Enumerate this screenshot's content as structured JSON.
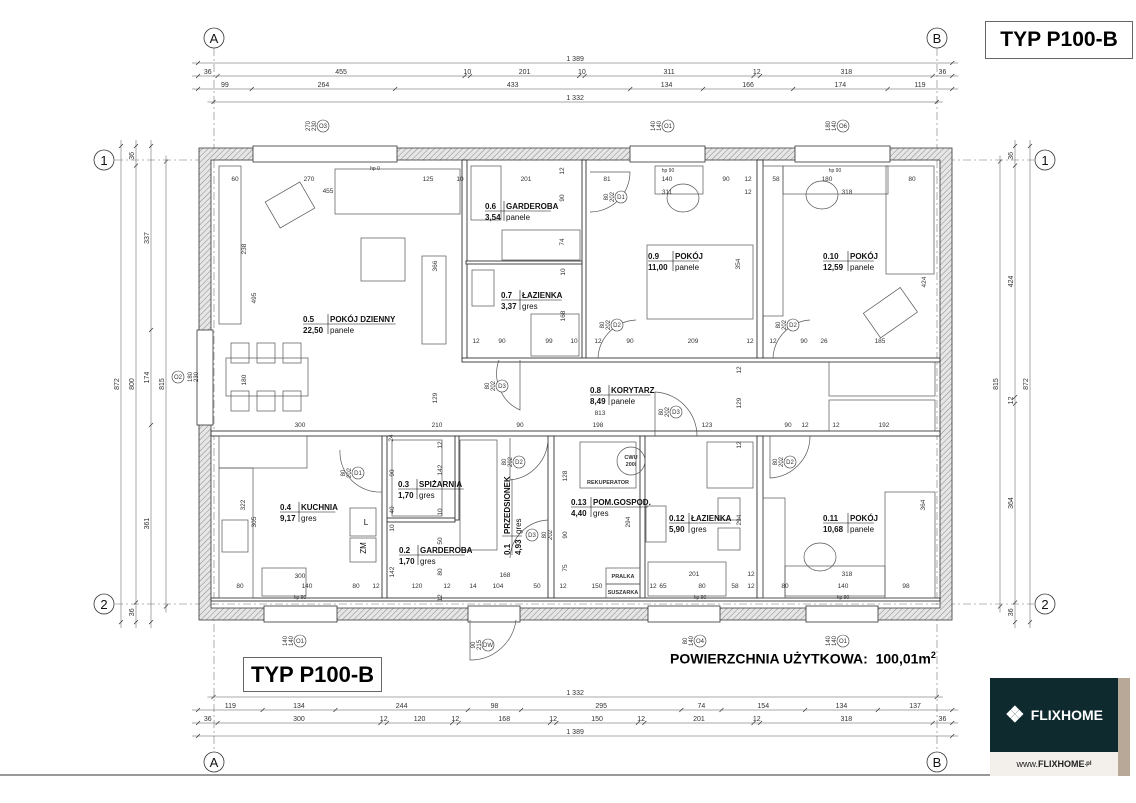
{
  "title": "TYP P100-B",
  "usable_area": {
    "label": "POWIERZCHNIA UŻYTKOWA:",
    "value": "100,01m",
    "unit_sup": "2"
  },
  "logo": {
    "brand": "FLIXHOME",
    "url_prefix": "www.",
    "url_brand": "FLIXHOME",
    "url_suffix": ".pl"
  },
  "axes": {
    "A": "A",
    "B": "B",
    "1": "1",
    "2": "2"
  },
  "colors": {
    "wall_hatch": "#9a9a9a",
    "logo_dark": "#0e2a2e",
    "logo_accent": "#b8a898"
  },
  "dimension_chains": {
    "top_total": [
      "1 389"
    ],
    "top_row1": [
      "36",
      "455",
      "10",
      "201",
      "10",
      "311",
      "12",
      "318",
      "36"
    ],
    "top_row2": [
      "99",
      "264",
      "433",
      "134",
      "166",
      "174",
      "119"
    ],
    "top_axes": [
      "1 332"
    ],
    "bottom_axes": [
      "1 332"
    ],
    "bottom_row1": [
      "119",
      "134",
      "244",
      "98",
      "295",
      "74",
      "154",
      "134",
      "137"
    ],
    "bottom_row2": [
      "36",
      "300",
      "12",
      "120",
      "12",
      "168",
      "12",
      "150",
      "12",
      "201",
      "12",
      "318",
      "36"
    ],
    "bottom_total": [
      "1 389"
    ],
    "left_total": [
      "872"
    ],
    "left_row1": [
      "36",
      "800",
      "36"
    ],
    "left_row2": [
      "337",
      "174",
      "361"
    ],
    "left_axes": [
      "815"
    ],
    "right_axes": [
      "815"
    ],
    "right_row1": [
      "36",
      "424",
      "12",
      "364",
      "36"
    ],
    "right_total": [
      "872"
    ]
  },
  "rooms": [
    {
      "num": "0.5",
      "name": "POKÓJ DZIENNY",
      "area": "22,50",
      "floor": "panele"
    },
    {
      "num": "0.6",
      "name": "GARDEROBA",
      "area": "3,54",
      "floor": "panele"
    },
    {
      "num": "0.7",
      "name": "ŁAZIENKA",
      "area": "3,37",
      "floor": "gres"
    },
    {
      "num": "0.9",
      "name": "POKÓJ",
      "area": "11,00",
      "floor": "panele"
    },
    {
      "num": "0.10",
      "name": "POKÓJ",
      "area": "12,59",
      "floor": "panele"
    },
    {
      "num": "0.8",
      "name": "KORYTARZ",
      "area": "8,49",
      "floor": "panele"
    },
    {
      "num": "0.4",
      "name": "KUCHNIA",
      "area": "9,17",
      "floor": "gres"
    },
    {
      "num": "0.3",
      "name": "SPIŻARNIA",
      "area": "1,70",
      "floor": "gres"
    },
    {
      "num": "0.2",
      "name": "GARDEROBA",
      "area": "1,70",
      "floor": "gres"
    },
    {
      "num": "0.1",
      "name": "PRZEDSIONEK",
      "area": "4,93",
      "floor": "gres"
    },
    {
      "num": "0.13",
      "name": "POM.GOSPOD.",
      "area": "4,40",
      "floor": "gres"
    },
    {
      "num": "0.12",
      "name": "ŁAZIENKA",
      "area": "5,90",
      "floor": "gres"
    },
    {
      "num": "0.11",
      "name": "POKÓJ",
      "area": "10,68",
      "floor": "panele"
    }
  ],
  "dims": [
    "60",
    "270",
    "125",
    "10",
    "455",
    "238",
    "495",
    "366",
    "180",
    "129",
    "300",
    "210",
    "90",
    "198",
    "123",
    "90",
    "12",
    "12",
    "192",
    "813",
    "201",
    "12",
    "90",
    "74",
    "10",
    "168",
    "12",
    "90",
    "99",
    "10",
    "12",
    "81",
    "140",
    "90",
    "12",
    "12",
    "311",
    "354",
    "90",
    "209",
    "12",
    "58",
    "180",
    "318",
    "80",
    "424",
    "12",
    "90",
    "26",
    "185",
    "12",
    "129",
    "322",
    "305",
    "300",
    "80",
    "140",
    "80",
    "12",
    "24",
    "12",
    "90",
    "142",
    "40",
    "10",
    "10",
    "50",
    "142",
    "80",
    "120",
    "12",
    "14",
    "104",
    "50",
    "168",
    "12",
    "12",
    "128",
    "294",
    "90",
    "75",
    "150",
    "12",
    "294",
    "201",
    "12",
    "65",
    "80",
    "58",
    "12",
    "12",
    "364",
    "318",
    "80",
    "140",
    "98",
    "hp 90",
    "hp 90",
    "hp 0",
    "hp 90",
    "hp 90",
    "hp 90"
  ],
  "doors": [
    {
      "tag": "D3",
      "w": "80",
      "h": "202"
    },
    {
      "tag": "D2",
      "w": "80",
      "h": "202"
    },
    {
      "tag": "D2",
      "w": "80",
      "h": "202"
    },
    {
      "tag": "D1",
      "w": "80",
      "h": "202"
    },
    {
      "tag": "D3",
      "w": "80",
      "h": "202"
    },
    {
      "tag": "D2",
      "w": "80",
      "h": "202"
    },
    {
      "tag": "D3",
      "w": "80",
      "h": "202"
    },
    {
      "tag": "D2",
      "w": "80",
      "h": "202"
    },
    {
      "tag": "D1",
      "w": "80",
      "h": "202"
    },
    {
      "tag": "DW",
      "w": "90",
      "h": "215"
    }
  ],
  "windows": [
    {
      "tag": "O3",
      "w": "270",
      "h": "230"
    },
    {
      "tag": "O1",
      "w": "140",
      "h": "140"
    },
    {
      "tag": "O6",
      "w": "180",
      "h": "140"
    },
    {
      "tag": "O2",
      "w": "180",
      "h": "230"
    },
    {
      "tag": "O1",
      "w": "140",
      "h": "140"
    },
    {
      "tag": "O4",
      "w": "80",
      "h": "140"
    },
    {
      "tag": "O1",
      "w": "140",
      "h": "140"
    }
  ],
  "equipment": {
    "boiler_line1": "CWU",
    "boiler_line2": "200l",
    "recuperator": "REKUPERATOR",
    "washer": "PRALKA",
    "dryer": "SUSZARKA",
    "fridge": "L",
    "freezer": "ZM"
  }
}
